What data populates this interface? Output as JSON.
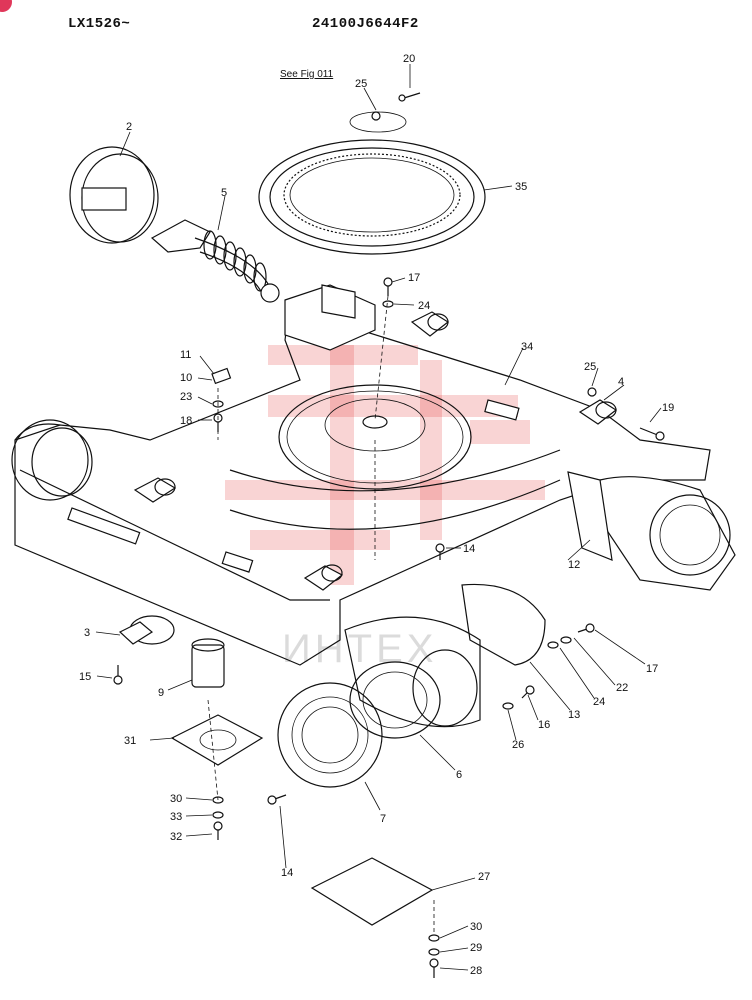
{
  "header": {
    "model_range": "LX1526~",
    "figure_code": "24100J6644F2"
  },
  "note": {
    "see_fig": "See Fig 011"
  },
  "watermark": {
    "text": "ИНТЕХ",
    "color": "#e23a3a"
  },
  "callouts": [
    {
      "id": "c20",
      "label": "20"
    },
    {
      "id": "c25a",
      "label": "25"
    },
    {
      "id": "c2",
      "label": "2"
    },
    {
      "id": "c5",
      "label": "5"
    },
    {
      "id": "c35",
      "label": "35"
    },
    {
      "id": "c17a",
      "label": "17"
    },
    {
      "id": "c24a",
      "label": "24"
    },
    {
      "id": "c34",
      "label": "34"
    },
    {
      "id": "c11",
      "label": "11"
    },
    {
      "id": "c10",
      "label": "10"
    },
    {
      "id": "c23",
      "label": "23"
    },
    {
      "id": "c18",
      "label": "18"
    },
    {
      "id": "c25b",
      "label": "25"
    },
    {
      "id": "c4",
      "label": "4"
    },
    {
      "id": "c19",
      "label": "19"
    },
    {
      "id": "c14a",
      "label": "14"
    },
    {
      "id": "c12",
      "label": "12"
    },
    {
      "id": "c3",
      "label": "3"
    },
    {
      "id": "c15",
      "label": "15"
    },
    {
      "id": "c9",
      "label": "9"
    },
    {
      "id": "c17b",
      "label": "17"
    },
    {
      "id": "c22",
      "label": "22"
    },
    {
      "id": "c24b",
      "label": "24"
    },
    {
      "id": "c13",
      "label": "13"
    },
    {
      "id": "c16",
      "label": "16"
    },
    {
      "id": "c26",
      "label": "26"
    },
    {
      "id": "c31",
      "label": "31"
    },
    {
      "id": "c6",
      "label": "6"
    },
    {
      "id": "c30a",
      "label": "30"
    },
    {
      "id": "c33",
      "label": "33"
    },
    {
      "id": "c32",
      "label": "32"
    },
    {
      "id": "c7",
      "label": "7"
    },
    {
      "id": "c14b",
      "label": "14"
    },
    {
      "id": "c27",
      "label": "27"
    },
    {
      "id": "c30b",
      "label": "30"
    },
    {
      "id": "c29",
      "label": "29"
    },
    {
      "id": "c28",
      "label": "28"
    }
  ]
}
